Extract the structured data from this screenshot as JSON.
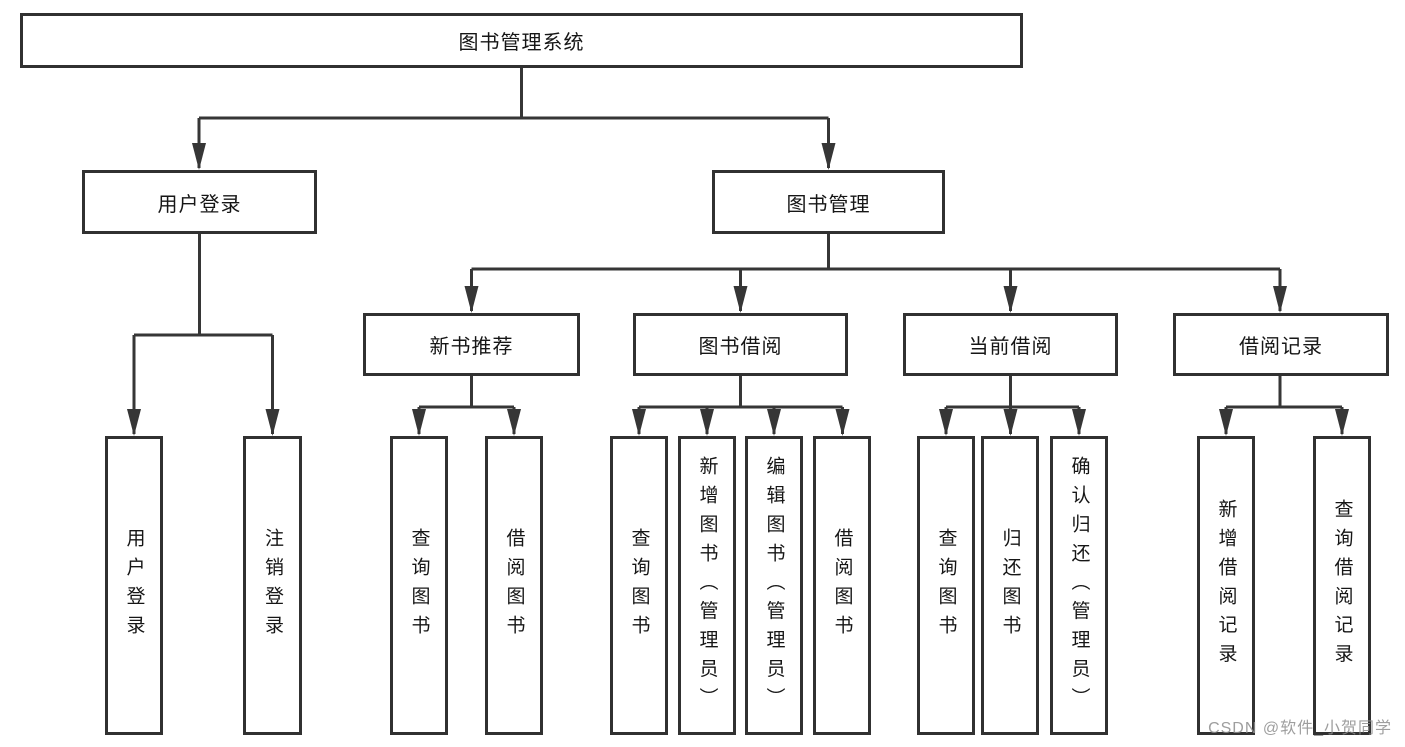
{
  "title": "图书管理系统",
  "watermark": "CSDN @软件_小贺同学",
  "colors": {
    "line": "#363636",
    "box_border": "#313131",
    "box_fill": "#ffffff",
    "text": "#161616",
    "watermark": "#8d8d8d"
  },
  "nodes": {
    "root": {
      "label": "图书管理系统"
    },
    "level2": [
      {
        "label": "用户登录",
        "parent": "图书管理系统"
      },
      {
        "label": "图书管理",
        "parent": "图书管理系统"
      }
    ],
    "level3": [
      {
        "label": "新书推荐",
        "parent": "图书管理"
      },
      {
        "label": "图书借阅",
        "parent": "图书管理"
      },
      {
        "label": "当前借阅",
        "parent": "图书管理"
      },
      {
        "label": "借阅记录",
        "parent": "图书管理"
      }
    ],
    "level4": [
      {
        "label": "用户登录",
        "parent": "用户登录"
      },
      {
        "label": "注销登录",
        "parent": "用户登录"
      },
      {
        "label": "查询图书",
        "parent": "新书推荐"
      },
      {
        "label": "借阅图书",
        "parent": "新书推荐"
      },
      {
        "label": "查询图书",
        "parent": "图书借阅"
      },
      {
        "label": "新增图书（管理员）",
        "parent": "图书借阅"
      },
      {
        "label": "编辑图书（管理员）",
        "parent": "图书借阅"
      },
      {
        "label": "借阅图书",
        "parent": "图书借阅"
      },
      {
        "label": "查询图书",
        "parent": "当前借阅"
      },
      {
        "label": "归还图书",
        "parent": "当前借阅"
      },
      {
        "label": "确认归还（管理员）",
        "parent": "当前借阅"
      },
      {
        "label": "新增借阅记录",
        "parent": "借阅记录"
      },
      {
        "label": "查询借阅记录",
        "parent": "借阅记录"
      }
    ]
  }
}
